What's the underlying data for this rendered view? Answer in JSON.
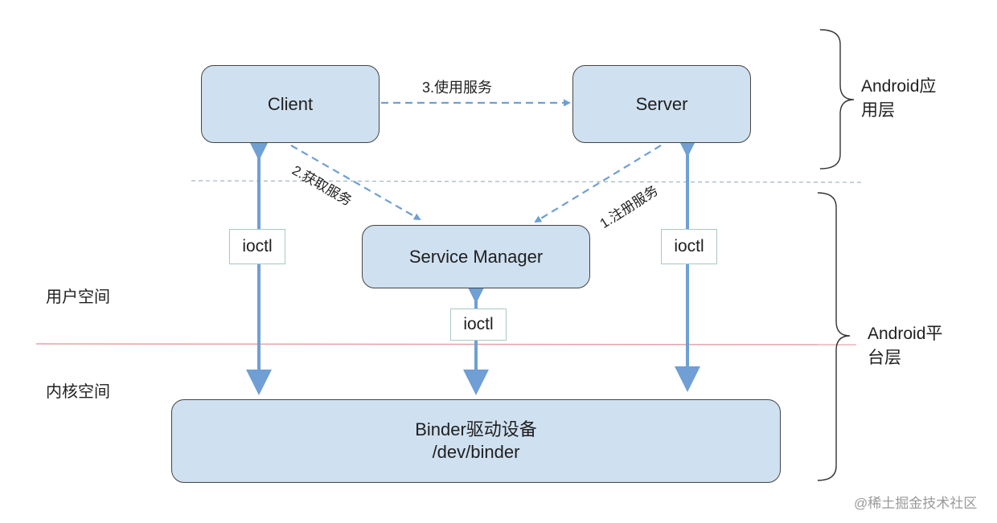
{
  "nodes": {
    "client": "Client",
    "server": "Server",
    "service_manager": "Service Manager",
    "binder_driver": {
      "line1": "Binder驱动设备",
      "line2": "/dev/binder"
    }
  },
  "edges": {
    "use_service": "3.使用服务",
    "get_service": "2.获取服务",
    "register_service": "1.注册服务",
    "ioctl_left": "ioctl",
    "ioctl_center": "ioctl",
    "ioctl_right": "ioctl"
  },
  "zones": {
    "user_space": "用户空间",
    "kernel_space": "内核空间"
  },
  "layers": {
    "app_layer": "Android应用层",
    "platform_layer": "Android平台层"
  },
  "watermark": "@稀土掘金技术社区",
  "colors": {
    "box_fill": "#cfe0f0",
    "arrow": "#6f9fd4",
    "user_kernel_divider": "#e6a0a8",
    "layer_divider": "#9fb3c3"
  }
}
